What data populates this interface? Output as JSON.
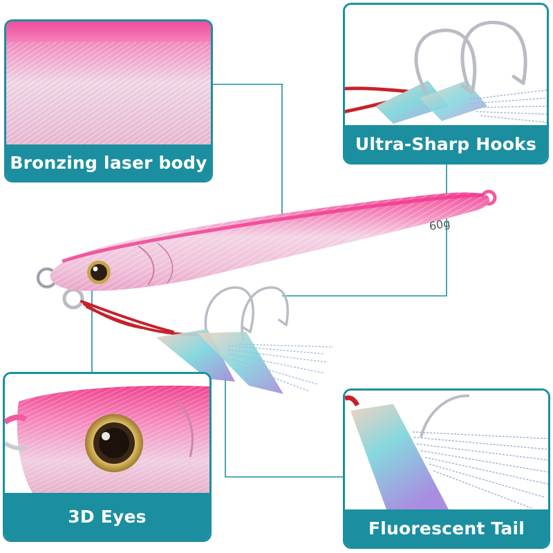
{
  "product": {
    "weight_mark": "60g"
  },
  "callouts": [
    {
      "label": "Bronzing laser body"
    },
    {
      "label": "Ultra-Sharp Hooks"
    },
    {
      "label": "3D Eyes"
    },
    {
      "label": "Fluorescent Tail"
    }
  ],
  "colors": {
    "accent": "#1b8fa0",
    "lure_pink": "#f25aa0",
    "lure_silver": "#f0d6e4",
    "cord_red": "#c8202a",
    "eye_gold": "#c9a448"
  },
  "icons": [
    "jig-lure-illustration",
    "assist-hook-illustration",
    "eye-closeup-illustration",
    "fluorescent-tail-illustration"
  ]
}
